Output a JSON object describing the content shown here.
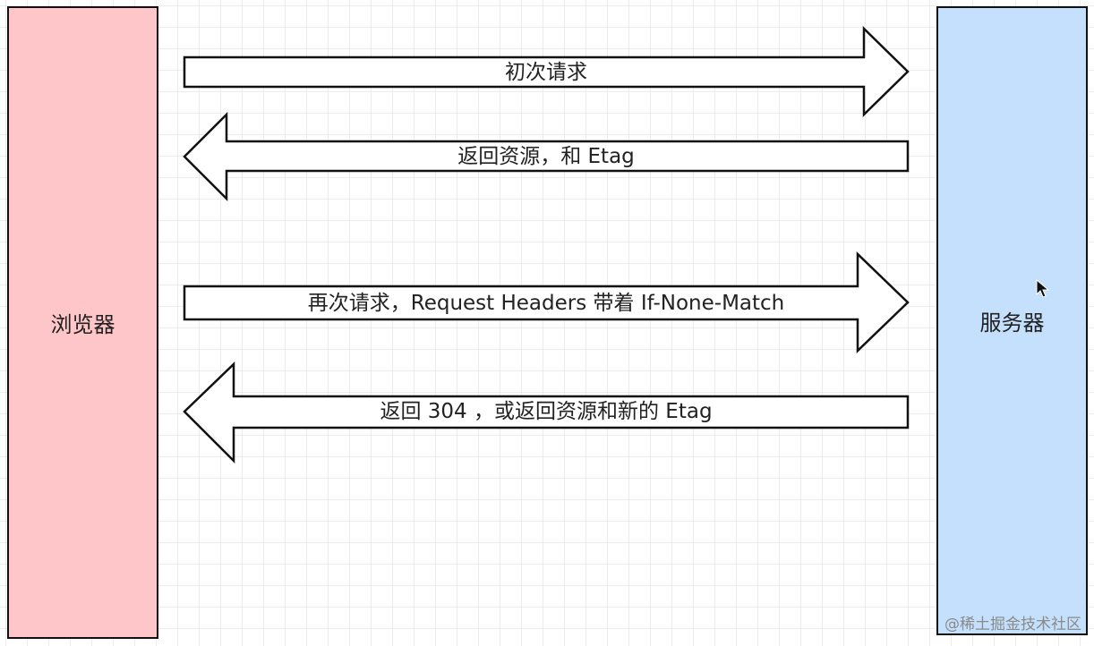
{
  "browser": {
    "label": "浏览器",
    "color": "#ffc6c9"
  },
  "server": {
    "label": "服务器",
    "color": "#c5e0fc"
  },
  "arrows": [
    {
      "label": "初次请求",
      "direction": "right"
    },
    {
      "label": "返回资源，和 Etag",
      "direction": "left"
    },
    {
      "label": "再次请求，Request Headers 带着 If-None-Match",
      "direction": "right"
    },
    {
      "label": "返回 304 ，或返回资源和新的 Etag",
      "direction": "left"
    }
  ],
  "watermark": "@稀土掘金技术社区",
  "icons": {
    "cursor": "mouse-pointer-icon"
  }
}
